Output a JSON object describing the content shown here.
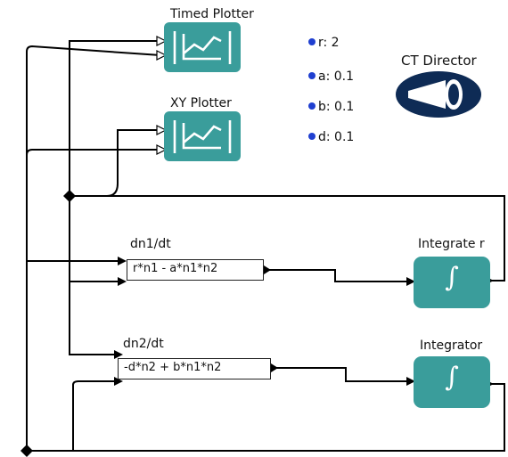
{
  "timed_plotter": {
    "label": "Timed Plotter",
    "icon": "plot-icon"
  },
  "xy_plotter": {
    "label": "XY Plotter",
    "icon": "plot-icon"
  },
  "director": {
    "label": "CT Director",
    "icon": "ct-director-icon"
  },
  "parameters": [
    {
      "label": "r: 2"
    },
    {
      "label": "a: 0.1"
    },
    {
      "label": "b: 0.1"
    },
    {
      "label": "d: 0.1"
    }
  ],
  "expr1": {
    "title": "dn1/dt",
    "expression": "r*n1 - a*n1*n2"
  },
  "expr2": {
    "title": "dn2/dt",
    "expression": "-d*n2 + b*n1*n2"
  },
  "integrator1": {
    "label": "Integrate r",
    "symbol": "∫"
  },
  "integrator2": {
    "label": "Integrator",
    "symbol": "∫"
  },
  "colors": {
    "block_teal": "#3a9d9b",
    "director_navy": "#0e2b55",
    "param_dot": "#1f3fd0"
  }
}
